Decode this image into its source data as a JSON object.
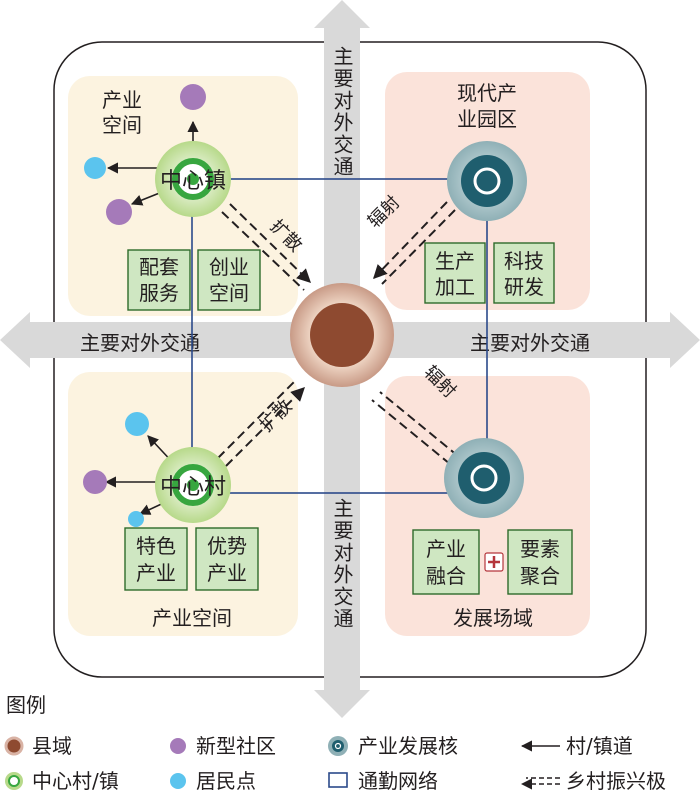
{
  "diagram": {
    "zones": {
      "top_left_label_line1": "产业",
      "top_left_label_line2": "空间",
      "top_right_label_line1": "现代产",
      "top_right_label_line2": "业园区",
      "bottom_left_label": "产业空间",
      "bottom_right_label": "发展场域"
    },
    "nodes": {
      "central_town": "中心镇",
      "central_village": "中心村"
    },
    "boxes": {
      "tl_box1_line1": "配套",
      "tl_box1_line2": "服务",
      "tl_box2_line1": "创业",
      "tl_box2_line2": "空间",
      "tr_box1_line1": "生产",
      "tr_box1_line2": "加工",
      "tr_box2_line1": "科技",
      "tr_box2_line2": "研发",
      "bl_box1_line1": "特色",
      "bl_box1_line2": "产业",
      "bl_box2_line1": "优势",
      "bl_box2_line2": "产业",
      "br_box1_line1": "产业",
      "br_box1_line2": "融合",
      "br_box2_line1": "要素",
      "br_box2_line2": "聚合"
    },
    "arrow_labels": {
      "top_left": "扩散",
      "bottom_left": "扩散",
      "top_right": "辐射",
      "bottom_right": "辐射"
    },
    "roads": {
      "left": "主要对外交通",
      "right": "主要对外交通",
      "top": "主要对外交通",
      "bottom": "主要对外交通"
    }
  },
  "legend": {
    "title": "图例",
    "items": {
      "county": "县域",
      "new_community": "新型社区",
      "industry_core": "产业发展核",
      "village_road": "村/镇道",
      "central_village_town": "中心村/镇",
      "settlement": "居民点",
      "commute_network": "通勤网络",
      "rural_pole": "乡村振兴极"
    }
  },
  "colors": {
    "zone_cream": "#fcf3e0",
    "zone_pink": "#fbe3da",
    "road_gray": "#d6d6d6",
    "network_blue": "#2b4a8a",
    "core_teal": "#1f5e6e",
    "purple": "#a57ab9",
    "sky_blue": "#5bc4ee",
    "box_green": "#cfe7c2",
    "county_brown": "#8e4a30"
  }
}
